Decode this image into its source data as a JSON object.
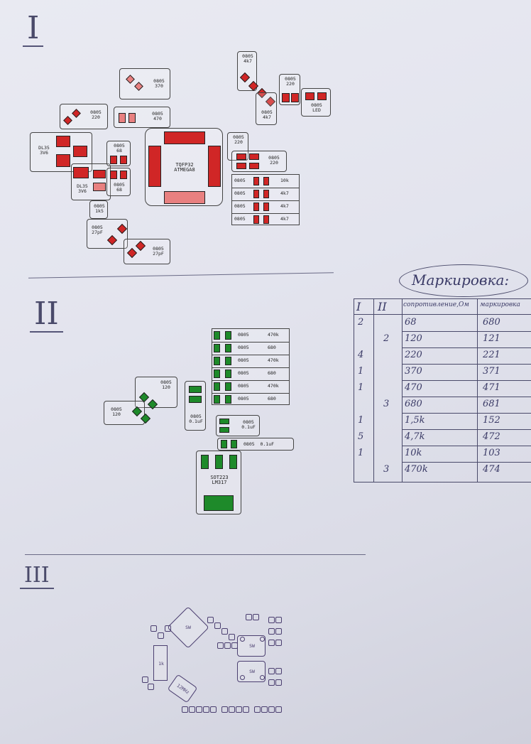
{
  "sections": [
    "I",
    "II",
    "III"
  ],
  "s1": {
    "mcu_label": "TQFP32\nATMEGA8",
    "c1": "0805\n370",
    "c2": "0805\n220",
    "c3": "0805\n470",
    "c4": "0805\n4k7",
    "c5": "0805\n4k7",
    "c6": "0805\n220",
    "c7": "0805\nLED",
    "c8": "0805\n220",
    "c9": "0805\n220",
    "d1": "DL35\n3V6",
    "d2": "DL35\n3V6",
    "c10": "0805\n68",
    "c11": "0805\n68",
    "c12": "0805\n1k5",
    "c13": "0805\n27pF",
    "c14": "0805\n27pF",
    "rows": [
      {
        "pkg": "0805",
        "val": "10k"
      },
      {
        "pkg": "0805",
        "val": "4k7"
      },
      {
        "pkg": "0805",
        "val": "4k7"
      },
      {
        "pkg": "0805",
        "val": "4k7"
      }
    ]
  },
  "s2": {
    "rows": [
      {
        "pkg": "0805",
        "val": "470k"
      },
      {
        "pkg": "0805",
        "val": "680"
      },
      {
        "pkg": "0805",
        "val": "470k"
      },
      {
        "pkg": "0805",
        "val": "680"
      },
      {
        "pkg": "0805",
        "val": "470k"
      },
      {
        "pkg": "0805",
        "val": "680"
      }
    ],
    "c1": "0805\n120",
    "c2": "0805\n120",
    "c3": "0805\n0.1uF",
    "c4": "0805\n0.1uF",
    "c5": "0805  0.1uF",
    "reg": "SOT223\nLM317"
  },
  "s3": {
    "sw1": "SW",
    "sw2": "SW",
    "sw3": "SW",
    "r1": "1k",
    "q1": "12MHz"
  },
  "table": {
    "title": "Маркировка:",
    "headers": [
      "I",
      "II",
      "сопротивление,Ом",
      "маркировка"
    ],
    "rows": [
      {
        "i": "2",
        "ii": "",
        "res": "68",
        "mark": "680"
      },
      {
        "i": "",
        "ii": "2",
        "res": "120",
        "mark": "121"
      },
      {
        "i": "4",
        "ii": "",
        "res": "220",
        "mark": "221"
      },
      {
        "i": "1",
        "ii": "",
        "res": "370",
        "mark": "371"
      },
      {
        "i": "1",
        "ii": "",
        "res": "470",
        "mark": "471"
      },
      {
        "i": "",
        "ii": "3",
        "res": "680",
        "mark": "681"
      },
      {
        "i": "1",
        "ii": "",
        "res": "1,5k",
        "mark": "152"
      },
      {
        "i": "5",
        "ii": "",
        "res": "4,7k",
        "mark": "472"
      },
      {
        "i": "1",
        "ii": "",
        "res": "10k",
        "mark": "103"
      },
      {
        "i": "",
        "ii": "3",
        "res": "470k",
        "mark": "474"
      }
    ]
  }
}
